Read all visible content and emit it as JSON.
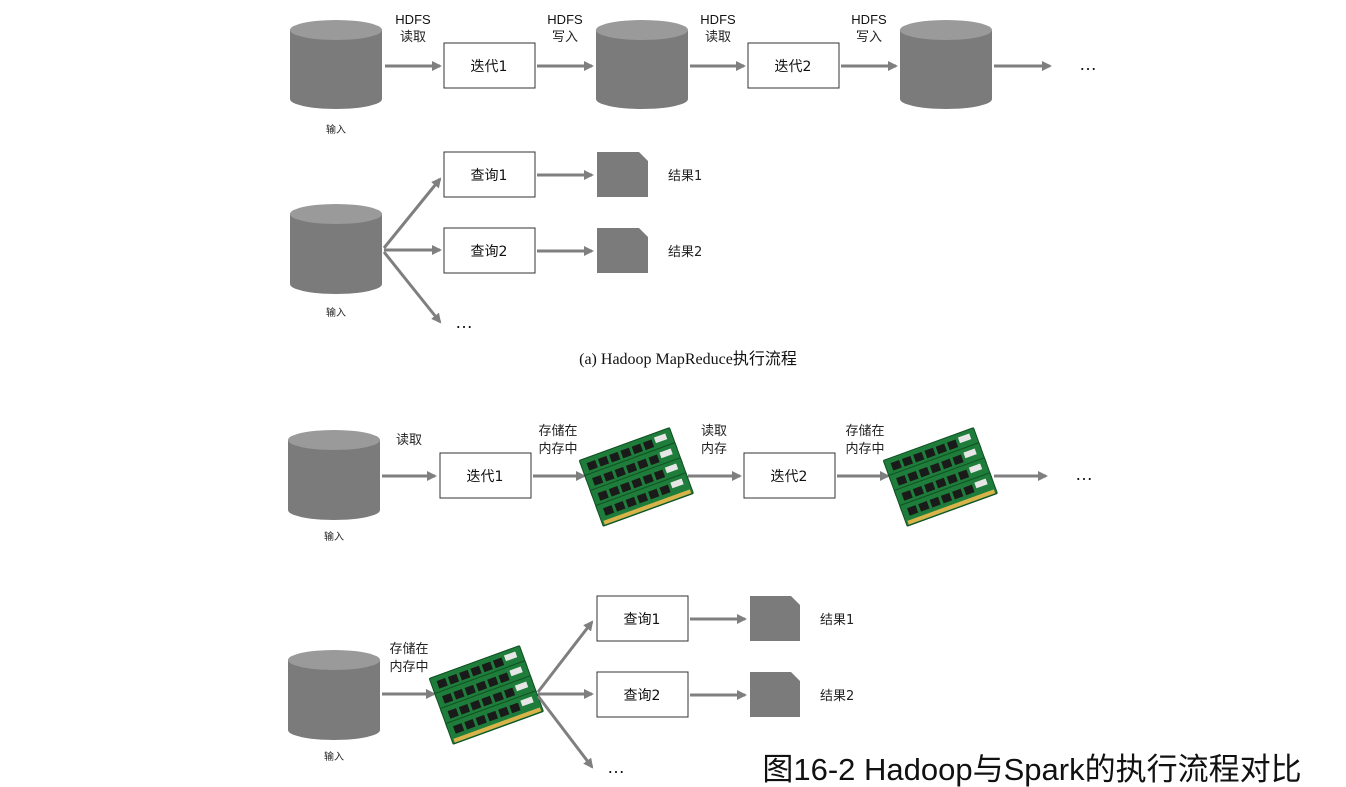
{
  "colors": {
    "cylinder": "#7b7b7b",
    "cylinder_top": "#9a9a9a",
    "arrow": "#7f7f7f",
    "ram_board": "#1e7d3a",
    "ram_chip": "#1a1a1a",
    "ram_contacts": "#d9b34a"
  },
  "hadoop": {
    "iter_flow": {
      "input_label": "输入",
      "edge_labels": [
        {
          "line1": "HDFS",
          "line2": "读取"
        },
        {
          "line1": "HDFS",
          "line2": "写入"
        },
        {
          "line1": "HDFS",
          "line2": "读取"
        },
        {
          "line1": "HDFS",
          "line2": "写入"
        }
      ],
      "boxes": [
        "迭代1",
        "迭代2"
      ],
      "ellipsis": "…"
    },
    "query_flow": {
      "input_label": "输入",
      "queries": [
        "查询1",
        "查询2"
      ],
      "results": [
        "结果1",
        "结果2"
      ],
      "ellipsis": "…"
    },
    "caption": "(a) Hadoop MapReduce执行流程"
  },
  "spark": {
    "iter_flow": {
      "input_label": "输入",
      "edge_labels": [
        {
          "line1": "读取",
          "line2": ""
        },
        {
          "line1": "存储在",
          "line2": "内存中"
        },
        {
          "line1": "读取",
          "line2": "内存"
        },
        {
          "line1": "存储在",
          "line2": "内存中"
        }
      ],
      "boxes": [
        "迭代1",
        "迭代2"
      ],
      "ellipsis": "…"
    },
    "query_flow": {
      "input_label": "输入",
      "store_label": {
        "line1": "存储在",
        "line2": "内存中"
      },
      "queries": [
        "查询1",
        "查询2"
      ],
      "results": [
        "结果1",
        "结果2"
      ],
      "ellipsis": "…"
    }
  },
  "figure_title": "图16-2 Hadoop与Spark的执行流程对比"
}
